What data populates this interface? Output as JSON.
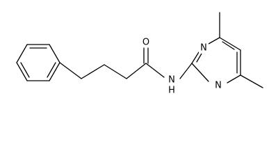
{
  "molecule": {
    "atoms": {
      "oxygen": "O",
      "amide_nitrogen": "N",
      "amide_hydrogen": "H",
      "ring_nitrogen_top": "N",
      "ring_nitrogen_bottom": "N"
    }
  }
}
